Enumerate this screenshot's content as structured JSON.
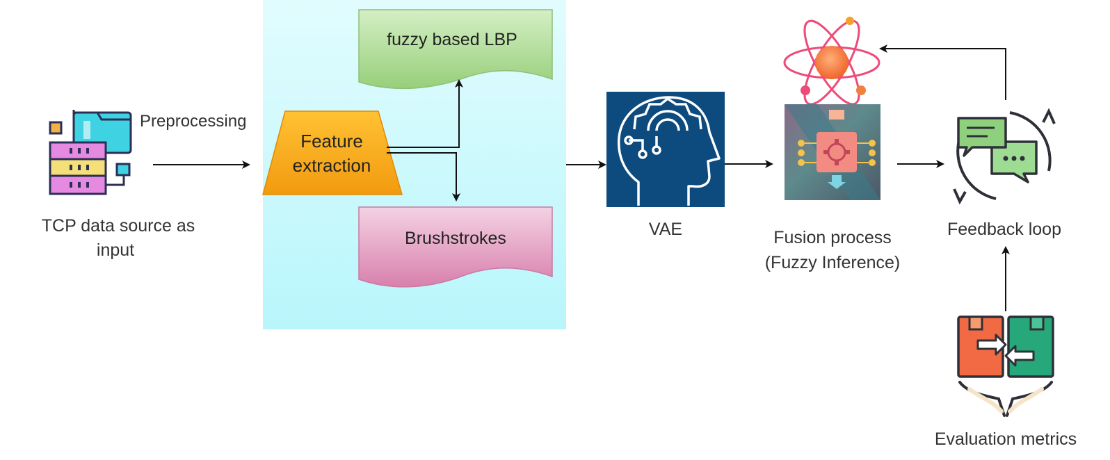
{
  "nodes": {
    "source": {
      "label_line1": "TCP data source as",
      "label_line2": "input"
    },
    "preprocessing": {
      "label": "Preprocessing"
    },
    "feature_extraction": {
      "label_line1": "Feature",
      "label_line2": "extraction"
    },
    "lbp": {
      "label": "fuzzy based LBP"
    },
    "brushstrokes": {
      "label": "Brushstrokes"
    },
    "vae": {
      "label": "VAE"
    },
    "fusion": {
      "label_line1": "Fusion process",
      "label_line2": "(Fuzzy Inference)"
    },
    "feedback": {
      "label": "Feedback loop"
    },
    "evaluation": {
      "label": "Evaluation metrics"
    }
  },
  "colors": {
    "panel": "#c8f8fc",
    "trapezoid": "#f5a623",
    "lbp_doc": "#a8d890",
    "brush_doc": "#e5a5c5",
    "vae_bg": "#0d4a7d",
    "arrow": "#111111"
  },
  "icons": {
    "source": "database-server-icon",
    "vae": "ai-head-gear-icon",
    "atom": "atom-icon",
    "fusion": "chip-board-icon",
    "feedback": "chat-refresh-icon",
    "evaluation": "boxes-exchange-hands-icon"
  }
}
